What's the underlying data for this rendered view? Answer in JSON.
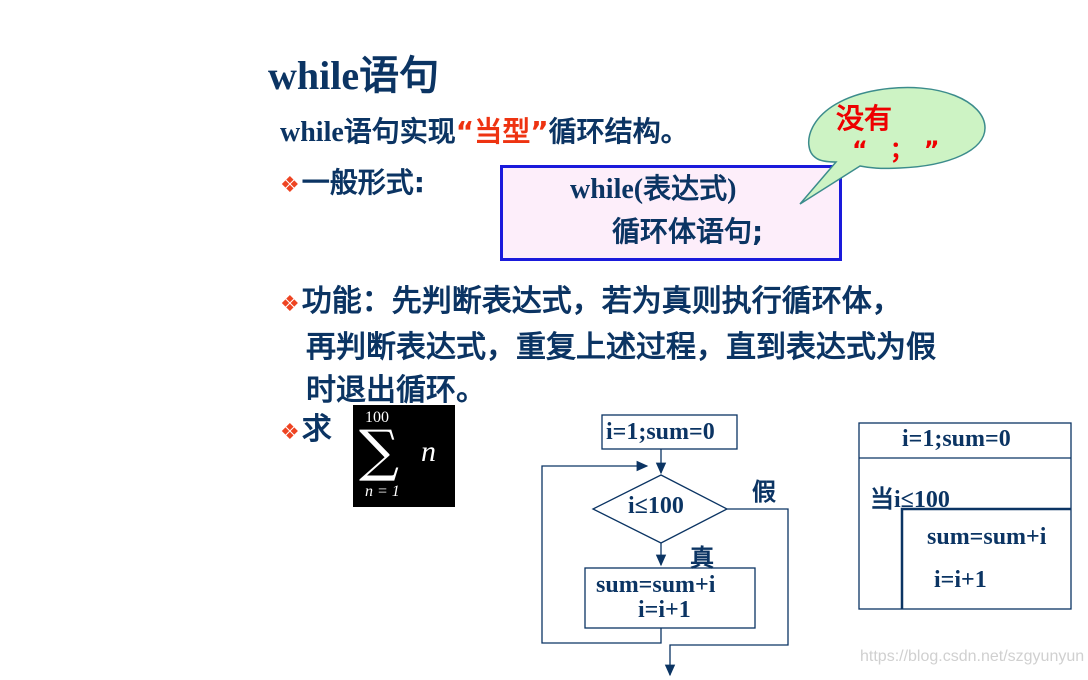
{
  "slide": {
    "title": {
      "keyword": "while",
      "rest": "语句"
    },
    "intro": {
      "keyword": "while",
      "before": "语句实现",
      "quoted": "“当型”",
      "after": "循环结构。"
    },
    "bullet_icon": "diamond-cluster-icon",
    "general_form": {
      "label": "一般形式:",
      "code_line1": "while(表达式)",
      "code_line2": "循环体语句;",
      "callout": {
        "line1": "没有",
        "line2": "“；”"
      }
    },
    "function": {
      "label": "功能:",
      "line1": "功能：先判断表达式，若为真则执行循环体，",
      "line2": "再判断表达式，重复上述过程，直到表达式为假",
      "line3": "时退出循环。"
    },
    "compute": {
      "label": "求",
      "formula": {
        "upper": "100",
        "symbol": "∑",
        "lower": "n = 1",
        "term": "n"
      }
    },
    "flowchart": {
      "init": "i=1;sum=0",
      "condition": "i≤100",
      "false_label": "假",
      "true_label": "真",
      "body_line1": "sum=sum+i",
      "body_line2": "i=i+1"
    },
    "ns_diagram": {
      "init": "i=1;sum=0",
      "loop": "当i≤100",
      "body_line1": "sum=sum+i",
      "body_line2": "i=i+1"
    },
    "watermark": "https://blog.csdn.net/szgyunyun"
  },
  "colors": {
    "text": "#0b3463",
    "accent_red": "#ee3311",
    "code_border": "#1a1adb",
    "code_bg": "#fdeefa",
    "callout_fill": "#cdf3c4",
    "callout_stroke": "#3c8c8c"
  }
}
